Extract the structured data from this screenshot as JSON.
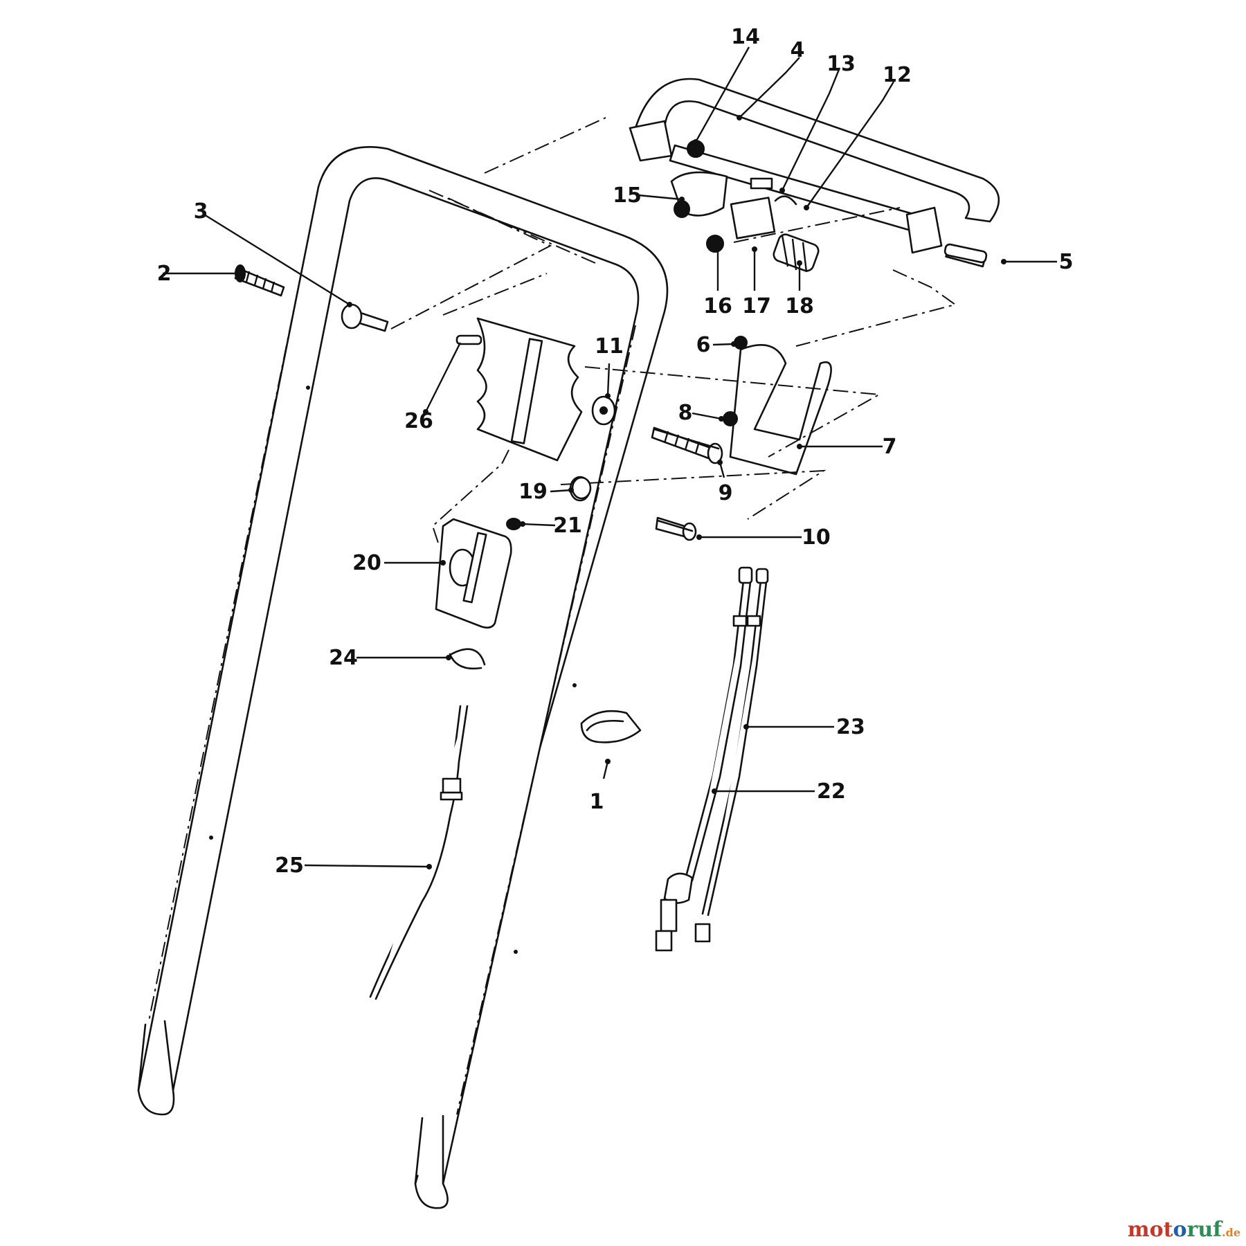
{
  "title": "",
  "callouts": [
    "1",
    "2",
    "3",
    "4",
    "5",
    "6",
    "7",
    "8",
    "9",
    "10",
    "11",
    "12",
    "13",
    "14",
    "15",
    "16",
    "17",
    "18",
    "19",
    "20",
    "21",
    "22",
    "23",
    "24",
    "25",
    "26"
  ],
  "watermark": {
    "a": "mot",
    "b": "o",
    "c": "ruf",
    "d": ".de"
  }
}
